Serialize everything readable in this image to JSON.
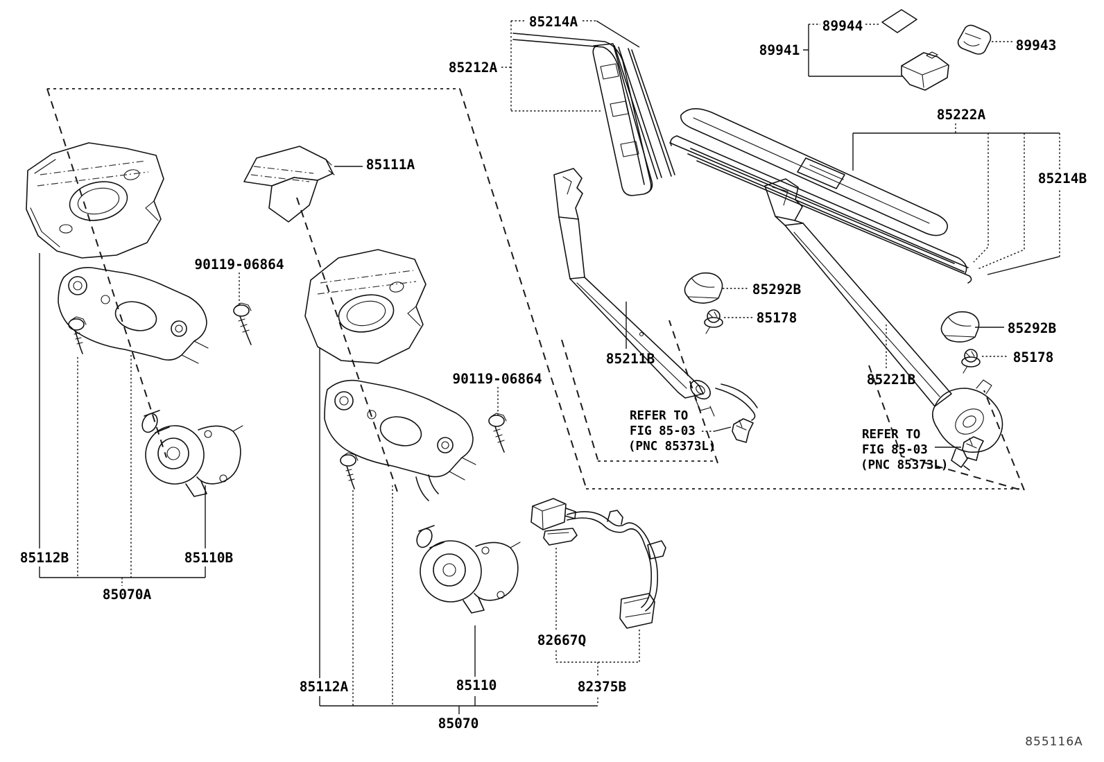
{
  "diagram": {
    "code": "855116A",
    "background": "#ffffff",
    "line_color": "#111111"
  },
  "labels": {
    "p85214A": "85214A",
    "p85212A": "85212A",
    "p89944": "89944",
    "p89941": "89941",
    "p89943": "89943",
    "p85222A": "85222A",
    "p85214B": "85214B",
    "p85111A": "85111A",
    "p90119_06864_1": "90119-06864",
    "p90119_06864_2": "90119-06864",
    "p85292B_1": "85292B",
    "p85178_1": "85178",
    "p85211B": "85211B",
    "p85292B_2": "85292B",
    "p85178_2": "85178",
    "p85221B": "85221B",
    "p85112B": "85112B",
    "p85110B": "85110B",
    "p85070A": "85070A",
    "p82667Q": "82667Q",
    "p85112A": "85112A",
    "p85110": "85110",
    "p82375B": "82375B",
    "p85070": "85070"
  },
  "notes": {
    "refer1_line1": "REFER TO",
    "refer1_line2": "FIG 85-03",
    "refer1_line3": "(PNC 85373L)",
    "refer2_line1": "REFER TO",
    "refer2_line2": "FIG 85-03",
    "refer2_line3": "(PNC 85373L)"
  }
}
